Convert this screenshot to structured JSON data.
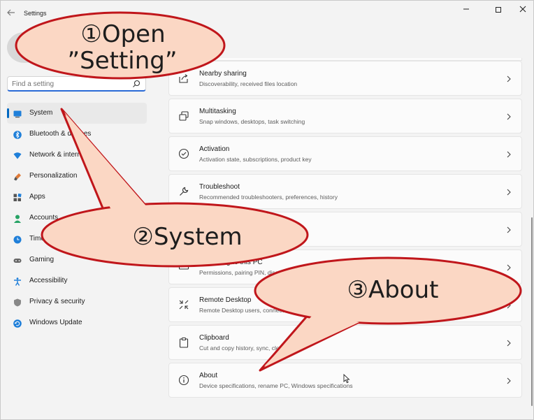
{
  "window": {
    "title": "Settings",
    "back_icon": "back-arrow-icon"
  },
  "search": {
    "placeholder": "Find a setting",
    "icon": "search-icon"
  },
  "nav": [
    {
      "label": "System",
      "icon": "system-icon",
      "selected": true
    },
    {
      "label": "Bluetooth & devices",
      "icon": "bluetooth-icon"
    },
    {
      "label": "Network & internet",
      "icon": "network-icon"
    },
    {
      "label": "Personalization",
      "icon": "personalization-icon"
    },
    {
      "label": "Apps",
      "icon": "apps-icon"
    },
    {
      "label": "Accounts",
      "icon": "accounts-icon"
    },
    {
      "label": "Time & language",
      "icon": "time-language-icon"
    },
    {
      "label": "Gaming",
      "icon": "gaming-icon"
    },
    {
      "label": "Accessibility",
      "icon": "accessibility-icon"
    },
    {
      "label": "Privacy & security",
      "icon": "privacy-icon"
    },
    {
      "label": "Windows Update",
      "icon": "windows-update-icon"
    }
  ],
  "cards": [
    {
      "title": "Nearby sharing",
      "subtitle": "Discoverability, received files location",
      "icon": "nearby-sharing-icon"
    },
    {
      "title": "Multitasking",
      "subtitle": "Snap windows, desktops, task switching",
      "icon": "multitasking-icon"
    },
    {
      "title": "Activation",
      "subtitle": "Activation state, subscriptions, product key",
      "icon": "activation-icon"
    },
    {
      "title": "Troubleshoot",
      "subtitle": "Recommended troubleshooters, preferences, history",
      "icon": "troubleshoot-icon"
    },
    {
      "title": "",
      "subtitle": "",
      "icon": "hidden-icon"
    },
    {
      "title": "Projecting to this PC",
      "subtitle": "Permissions, pairing PIN, discoverability",
      "icon": "projecting-icon"
    },
    {
      "title": "Remote Desktop",
      "subtitle": "Remote Desktop users, connection permissions",
      "icon": "remote-desktop-icon"
    },
    {
      "title": "Clipboard",
      "subtitle": "Cut and copy history, sync, clear",
      "icon": "clipboard-icon"
    },
    {
      "title": "About",
      "subtitle": "Device specifications, rename PC, Windows specifications",
      "icon": "about-icon"
    }
  ],
  "callouts": {
    "open_line1": "①Open",
    "open_line2": "”Setting”",
    "system": "②System",
    "about": "③About"
  },
  "colors": {
    "accent": "#0067c0",
    "callout_fill": "#fbd7c4",
    "callout_stroke": "#c0161b"
  }
}
